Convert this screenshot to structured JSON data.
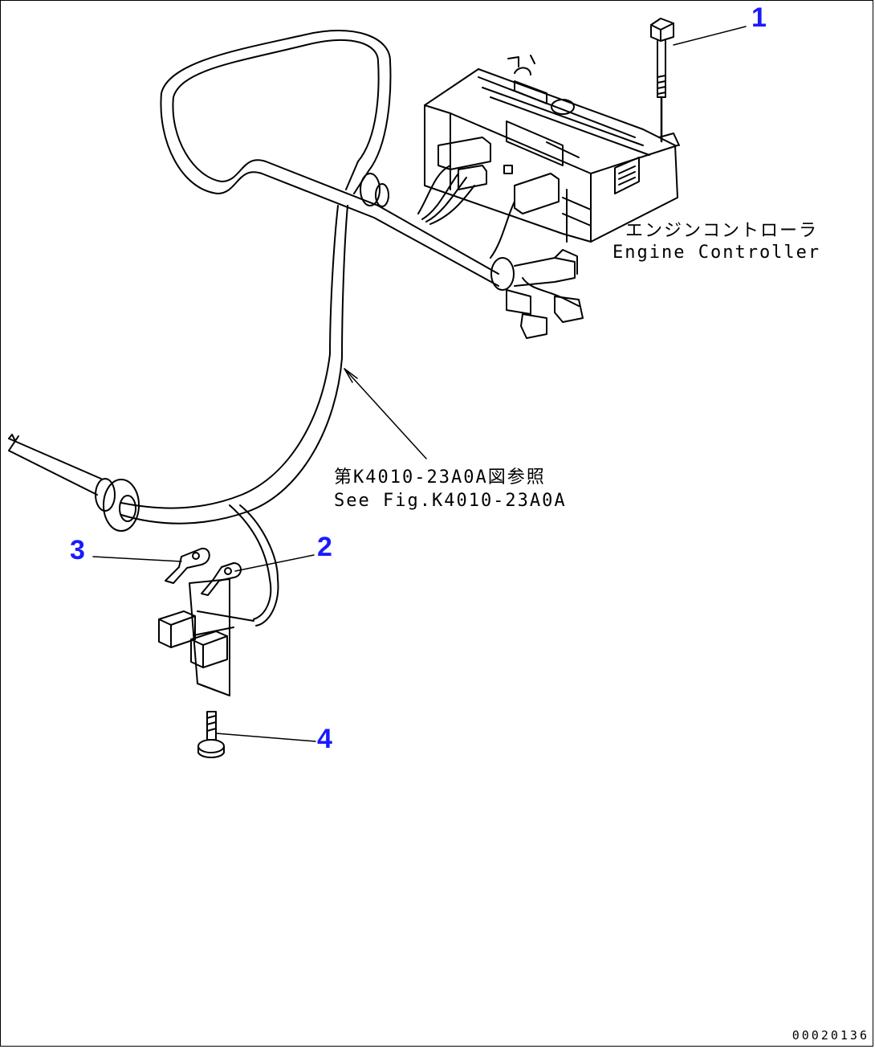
{
  "callouts": {
    "c1": "1",
    "c2": "2",
    "c3": "3",
    "c4": "4"
  },
  "controller_label": {
    "jp": "エンジンコントローラ",
    "en": "Engine Controller"
  },
  "reference_label": {
    "jp": "第K4010-23A0A図参照",
    "en": "See Fig.K4010-23A0A"
  },
  "document_id": "00020136"
}
